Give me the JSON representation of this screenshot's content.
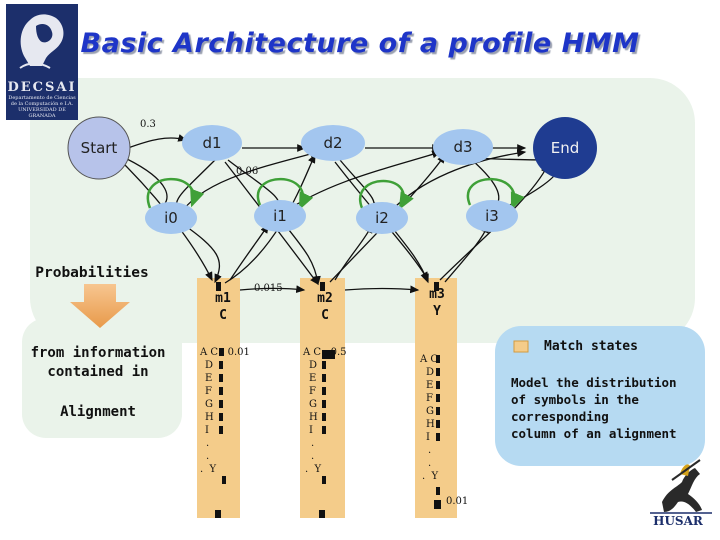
{
  "title": "Basic Architecture of a profile HMM",
  "logo": {
    "org": "DECSAI",
    "subtitle1": "Departamento de Ciencias",
    "subtitle2": "de la Computación e I.A.",
    "subtitle3": "UNIVERSIDAD DE GRANADA"
  },
  "nodes": {
    "start": "Start",
    "end": "End",
    "d1": "d1",
    "d2": "d2",
    "d3": "d3",
    "i0": "i0",
    "i1": "i1",
    "i2": "i2",
    "i3": "i3"
  },
  "match_states": [
    {
      "name": "m1",
      "symbol": "C",
      "first_label": "0.01",
      "rows": [
        "A",
        "C",
        "D",
        "E",
        "F",
        "G",
        "H",
        "I",
        ".",
        ".",
        ".",
        "Y"
      ]
    },
    {
      "name": "m2",
      "symbol": "C",
      "first_label": "0.5",
      "rows": [
        "A",
        "C",
        "D",
        "E",
        "F",
        "G",
        "H",
        "I",
        ".",
        ".",
        ".",
        "Y"
      ]
    },
    {
      "name": "m3",
      "symbol": "Y",
      "last_label": "0.01",
      "rows": [
        "A",
        "C",
        "D",
        "E",
        "F",
        "G",
        "H",
        "I",
        ".",
        ".",
        ".",
        "Y"
      ]
    }
  ],
  "transition_labels": {
    "start_d1": "0.3",
    "d1_d2": "0.06",
    "m1_m2": "0.015"
  },
  "left_panel": {
    "heading": "Probabilities",
    "line1": "from information",
    "line2": "contained in",
    "line3": "Alignment"
  },
  "legend": {
    "label": "Match states",
    "description": [
      "Model the distribution",
      "of symbols in the",
      "corresponding",
      "column of an alignment"
    ]
  },
  "husar": "HUSAR",
  "colors": {
    "panel": "#eaf3ea",
    "start": "#b7c3ea",
    "end": "#1f3c91",
    "state": "#a3c6ef",
    "match": "#f4cc8a",
    "arrow_green": "#3fa038",
    "arrow_black": "#111111",
    "title": "#1e35c8"
  }
}
